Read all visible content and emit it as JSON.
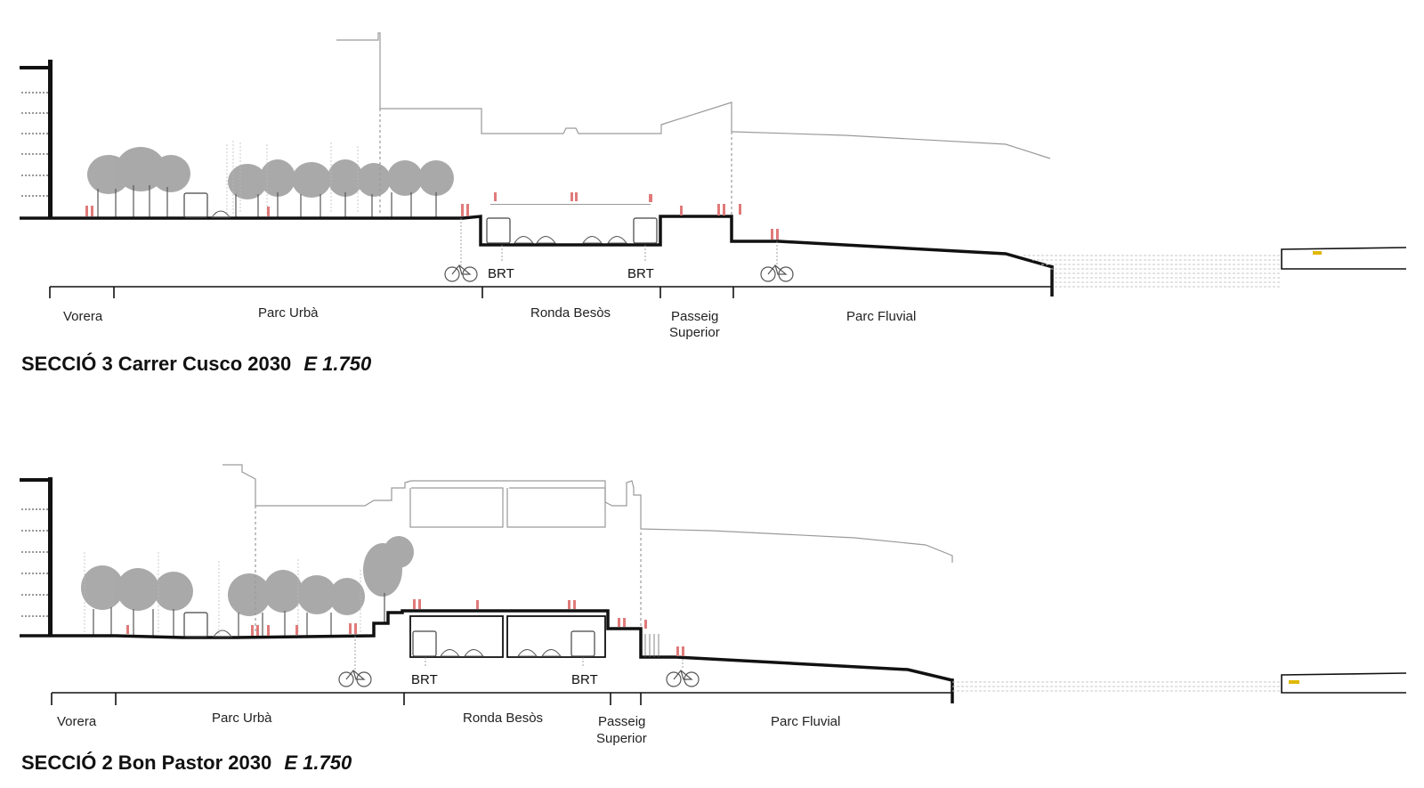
{
  "colors": {
    "ground": "#111111",
    "outline": "#9a9a9a",
    "tree": "#9b9b9b",
    "people": "#e07a7a",
    "water": "#c8c8c8",
    "accent": "#e0b800"
  },
  "sections": [
    {
      "title": "SECCIÓ 3 Carrer Cusco 2030",
      "scale": "E 1.750",
      "zones": [
        {
          "label": "Vorera"
        },
        {
          "label": "Parc Urbà"
        },
        {
          "label": "Ronda Besòs"
        },
        {
          "label": "Passeig",
          "label2": "Superior"
        },
        {
          "label": "Parc Fluvial"
        }
      ],
      "brt_labels": [
        "BRT",
        "BRT"
      ],
      "icons": [
        "bicycle-icon",
        "bicycle-icon",
        "bus-icon",
        "bus-icon",
        "bus-icon",
        "tree-icon",
        "pedestrian-icon"
      ]
    },
    {
      "title": "SECCIÓ 2 Bon Pastor 2030",
      "scale": "E 1.750",
      "zones": [
        {
          "label": "Vorera"
        },
        {
          "label": "Parc Urbà"
        },
        {
          "label": "Ronda Besòs"
        },
        {
          "label": "Passeig",
          "label2": "Superior"
        },
        {
          "label": "Parc Fluvial"
        }
      ],
      "brt_labels": [
        "BRT",
        "BRT"
      ],
      "icons": [
        "bicycle-icon",
        "bicycle-icon",
        "bus-icon",
        "bus-icon",
        "bus-icon",
        "tree-icon",
        "pedestrian-icon"
      ]
    }
  ]
}
